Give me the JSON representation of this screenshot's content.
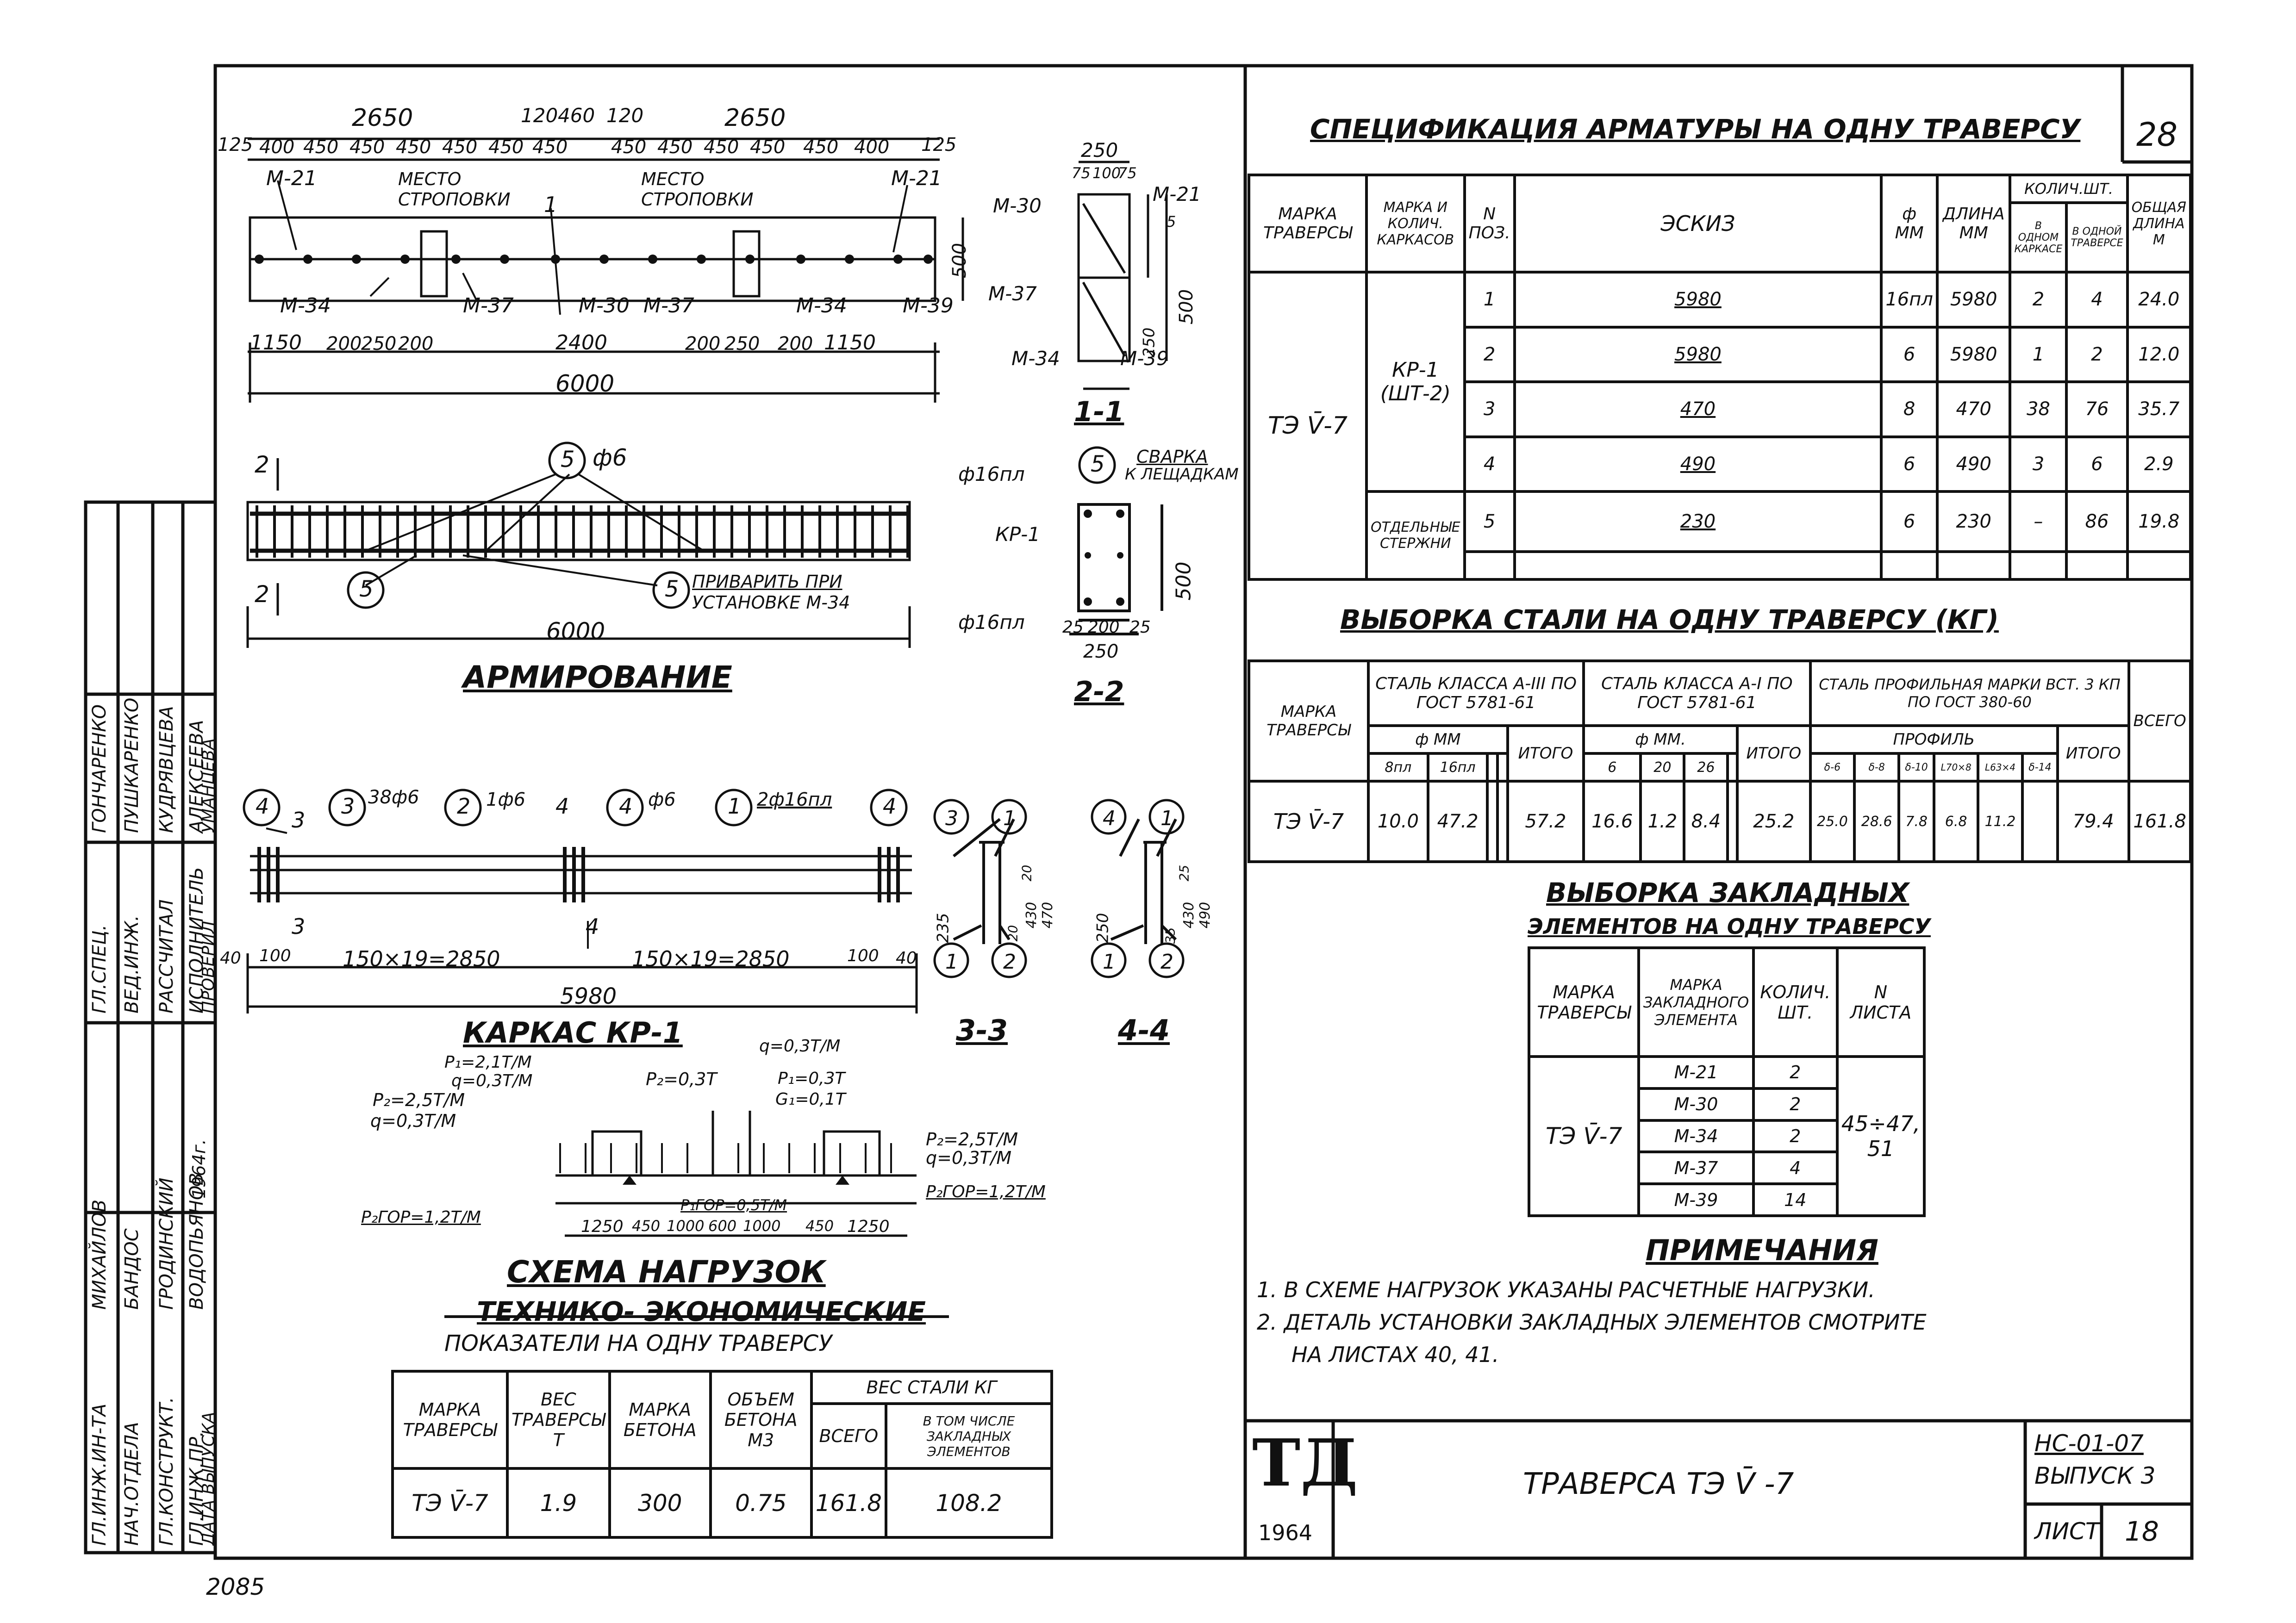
{
  "sheet": {
    "number_top": "28",
    "corner_note": "2085",
    "title": "ТРАВЕРСА ТЭ V̄ -7",
    "series": "НС-01-07",
    "issue": "ВЫПУСК 3",
    "sheet_label": "ЛИСТ",
    "sheet_no": "18",
    "logo_text": "ТД",
    "logo_year": "1964"
  },
  "title_block": {
    "roles": [
      "ГЛ.ИНЖ.ИН-ТА",
      "НАЧ.ОТДЕЛА",
      "ГЛ.КОНСТРУКТ.",
      "ГЛ.ИНЖ.ПР.",
      "ДАТА ВЫПУСКА"
    ],
    "names": [
      "МИХАЙЛОВ",
      "БАНДОС",
      "ГРОДИНСКИЙ",
      "ВОДОПЬЯНОВ",
      "1964г."
    ],
    "roles2": [
      "ГЛ.СПЕЦ.",
      "ВЕД.ИНЖ.",
      "РАССЧИТАЛ",
      "ИСПОЛНИТЕЛЬ",
      "ПРОВЕРИЛ"
    ],
    "names2": [
      "ГОНЧАРЕНКО",
      "ПУШКАРЕНКО",
      "КУДРЯВЦЕВА",
      "АЛЕКСЕЕВА",
      "УМАНЦЕВА"
    ]
  },
  "plan": {
    "top_dims_a": [
      "2650",
      "120",
      "460",
      "120",
      "2650"
    ],
    "top_dims_b": [
      "125",
      "400",
      "450",
      "450",
      "450",
      "450",
      "450",
      "450",
      "450",
      "450",
      "450",
      "450",
      "450",
      "400",
      "125"
    ],
    "labels": [
      "М-21",
      "МЕСТО СТРОПОВКИ",
      "МЕСТО СТРОПОВКИ",
      "М-21",
      "М-34",
      "М-37",
      "М-30",
      "М-37",
      "М-34",
      "М-39"
    ],
    "section_mark": "1",
    "height": "500",
    "bottom_dims": [
      "1150",
      "200",
      "250",
      "200",
      "2400",
      "200",
      "250",
      "200",
      "1150"
    ],
    "total": "6000"
  },
  "section11": {
    "dims_top": [
      "250",
      "75",
      "100",
      "75"
    ],
    "labels": [
      "М-30",
      "М-21",
      "М-37",
      "М-34",
      "М-39"
    ],
    "dims_side": [
      "500",
      "250",
      "5"
    ],
    "title": "1-1"
  },
  "reinforcement": {
    "pos_label": "5",
    "pos_dia": "ф6",
    "mark": "2",
    "note_line1": "ПРИВАРИТЬ ПРИ",
    "note_line2": "УСТАНОВКЕ М-34",
    "length": "6000",
    "title": "АРМИРОВАНИЕ"
  },
  "section22": {
    "labels": [
      "ф16пл",
      "КР-1",
      "ф16пл"
    ],
    "weld_note_1": "СВАРКА",
    "weld_note_2": "К ЛЕЩАДКАМ",
    "pos": "5",
    "height": "500",
    "dims": [
      "25",
      "200",
      "25"
    ],
    "width": "250",
    "title": "2-2"
  },
  "frame": {
    "callouts": [
      "4",
      "3",
      "3",
      "2",
      "4",
      "4",
      "1",
      "4"
    ],
    "callout_text": [
      "38ф6",
      "1ф6",
      "ф6",
      "2ф16пл"
    ],
    "marks": [
      "3",
      "3",
      "4",
      "4"
    ],
    "dims": [
      "40",
      "100",
      "150×19=2850",
      "150×19=2850",
      "100",
      "40"
    ],
    "length": "5980",
    "title": "КАРКАС КР-1"
  },
  "section33": {
    "callouts": [
      "3",
      "1",
      "1",
      "2"
    ],
    "dims": [
      "235",
      "20",
      "430",
      "20",
      "470"
    ],
    "title": "3-3"
  },
  "section44": {
    "callouts": [
      "4",
      "1",
      "1",
      "2"
    ],
    "dims": [
      "250",
      "35",
      "430",
      "25",
      "490"
    ],
    "title": "4-4"
  },
  "loads": {
    "labels": [
      "Р₁=2,1Т/М",
      "q=0,3Т/М",
      "Р₂=2,5Т/М",
      "q=0,3Т/М",
      "Р₂=0,3Т",
      "q=0,3Т/М",
      "Р₁=0,3Т",
      "G₁=0,1Т",
      "Р₂=2,5Т/М",
      "q=0,3Т/М",
      "Р₂ГОР=1,2Т/М",
      "Р₁ГОР=0,5Т/М",
      "Р₂ГОР=1,2Т/М"
    ],
    "dims": [
      "1250",
      "450",
      "1000",
      "600",
      "1000",
      "450",
      "1250"
    ],
    "title": "СХЕМА НАГРУЗОК"
  },
  "tech_table": {
    "title_1": "ТЕХНИКО- ЭКОНОМИЧЕСКИЕ",
    "title_2": "ПОКАЗАТЕЛИ НА ОДНУ ТРАВЕРСУ",
    "h_mark": "МАРКА ТРАВЕРСЫ",
    "h_weight": "ВЕС ТРАВЕРСЫ Т",
    "h_concrete": "МАРКА БЕТОНА",
    "h_volume": "ОБЪЕМ БЕТОНА М3",
    "h_steel": "ВЕС СТАЛИ КГ",
    "h_total": "ВСЕГО",
    "h_incl": "В ТОМ ЧИСЛЕ ЗАКЛАДНЫХ ЭЛЕМЕНТОВ",
    "row": [
      "ТЭ V̄-7",
      "1.9",
      "300",
      "0.75",
      "161.8",
      "108.2"
    ]
  },
  "spec": {
    "title": "СПЕЦИФИКАЦИЯ АРМАТУРЫ НА ОДНУ ТРАВЕРСУ",
    "headers": [
      "МАРКА ТРАВЕРСЫ",
      "МАРКА И КОЛИЧ. КАРКАСОВ",
      "N ПОЗ.",
      "ЭСКИЗ",
      "ф ММ",
      "ДЛИНА ММ",
      "КОЛИЧ.ШТ.",
      "В ОДНОМ КАРКАСЕ",
      "В ОДНОЙ ТРАВЕРСЕ",
      "ОБЩАЯ ДЛИНА М"
    ],
    "trav": "ТЭ V̄-7",
    "frame_mark": "КР-1",
    "frame_qty": "(ШТ-2)",
    "separate": "ОТДЕЛЬНЫЕ СТЕРЖНИ",
    "rows": [
      {
        "pos": "1",
        "sketch": "5980",
        "dia": "16пл",
        "len": "5980",
        "q1": "2",
        "q2": "4",
        "total": "24.0"
      },
      {
        "pos": "2",
        "sketch": "5980",
        "dia": "6",
        "len": "5980",
        "q1": "1",
        "q2": "2",
        "total": "12.0"
      },
      {
        "pos": "3",
        "sketch": "470",
        "dia": "8",
        "len": "470",
        "q1": "38",
        "q2": "76",
        "total": "35.7"
      },
      {
        "pos": "4",
        "sketch": "490",
        "dia": "6",
        "len": "490",
        "q1": "3",
        "q2": "6",
        "total": "2.9"
      },
      {
        "pos": "5",
        "sketch": "230",
        "dia": "6",
        "len": "230",
        "q1": "–",
        "q2": "86",
        "total": "19.8"
      }
    ]
  },
  "steel": {
    "title": "ВЫБОРКА СТАЛИ НА ОДНУ ТРАВЕРСУ (КГ)",
    "h_mark": "МАРКА ТРАВЕРСЫ",
    "h_a3": "СТАЛЬ КЛАССА А-III ПО ГОСТ 5781-61",
    "h_a1": "СТАЛЬ КЛАССА А-I ПО ГОСТ 5781-61",
    "h_prof": "СТАЛЬ ПРОФИЛЬНАЯ МАРКИ ВСТ. 3 КП ПО ГОСТ 380-60",
    "h_mm": "ф ММ",
    "h_mm2": "ф ММ.",
    "h_profile": "ПРОФИЛЬ",
    "h_itogo": "ИТОГО",
    "h_total": "ВСЕГО",
    "sub_a3": [
      "8пл",
      "16пл"
    ],
    "sub_a1": [
      "6",
      "20",
      "26"
    ],
    "sub_prof": [
      "δ-6",
      "δ-8",
      "δ-10",
      "L70×8",
      "L63×4",
      "δ-14"
    ],
    "row": {
      "mark": "ТЭ V̄-7",
      "a3": [
        "10.0",
        "47.2"
      ],
      "a3_total": "57.2",
      "a1": [
        "16.6",
        "1.2",
        "8.4"
      ],
      "a1_total": "25.2",
      "prof": [
        "25.0",
        "28.6",
        "7.8",
        "6.8",
        "11.2"
      ],
      "prof_total": "79.4",
      "total": "161.8"
    }
  },
  "embedded": {
    "title_1": "ВЫБОРКА ЗАКЛАДНЫХ",
    "title_2": "ЭЛЕМЕНТОВ НА ОДНУ ТРАВЕРСУ",
    "h_mark": "МАРКА ТРАВЕРСЫ",
    "h_el": "МАРКА ЗАКЛАДНОГО ЭЛЕМЕНТА",
    "h_qty": "КОЛИЧ. ШТ.",
    "h_sheet": "N ЛИСТА",
    "trav": "ТЭ V̄-7",
    "sheets": "45÷47, 51",
    "rows": [
      {
        "el": "М-21",
        "qty": "2"
      },
      {
        "el": "М-30",
        "qty": "2"
      },
      {
        "el": "М-34",
        "qty": "2"
      },
      {
        "el": "М-37",
        "qty": "4"
      },
      {
        "el": "М-39",
        "qty": "14"
      }
    ]
  },
  "notes": {
    "title": "ПРИМЕЧАНИЯ",
    "items": [
      "1. В СХЕМЕ НАГРУЗОК УКАЗАНЫ РАСЧЕТНЫЕ НАГРУЗКИ.",
      "2. ДЕТАЛЬ УСТАНОВКИ ЗАКЛАДНЫХ ЭЛЕМЕНТОВ СМОТРИТЕ",
      "НА ЛИСТАХ 40, 41."
    ]
  }
}
